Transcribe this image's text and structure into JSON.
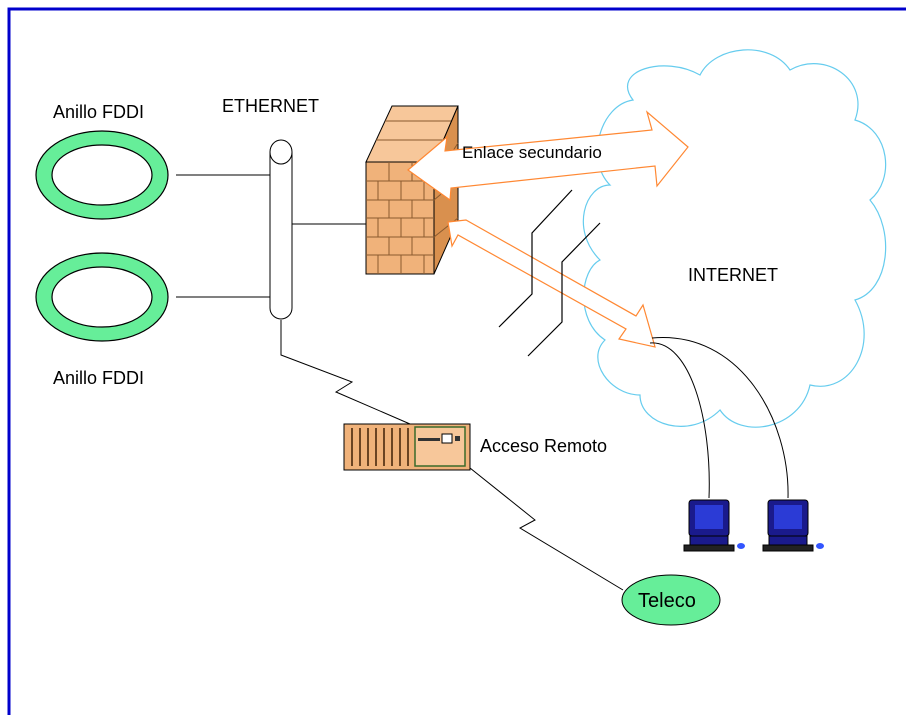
{
  "labels": {
    "ethernet": "ETHERNET",
    "fddi_top": "Anillo FDDI",
    "fddi_bottom": "Anillo FDDI",
    "enlace": "Enlace secundario",
    "internet": "INTERNET",
    "acceso": "Acceso Remoto",
    "teleco": "Teleco"
  },
  "colors": {
    "border": "#0000cc",
    "ring_fill": "#66ee99",
    "cloud_stroke": "#66ccee",
    "arrow_stroke": "#ff8833",
    "firewall_fill": "#f0b27a",
    "monitor": "#1a1a8c",
    "teleco_fill": "#66ee99"
  },
  "icons": [
    "fddi-ring",
    "ethernet-bus",
    "firewall-wall",
    "internet-cloud",
    "remote-access-device",
    "computer-terminal",
    "lightning-link"
  ]
}
